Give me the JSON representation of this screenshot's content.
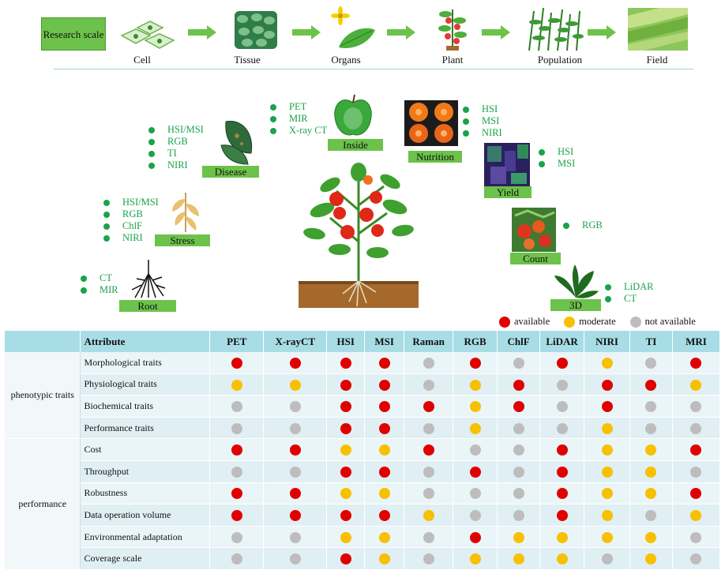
{
  "header": {
    "research_scale": "Research scale",
    "stages": [
      "Cell",
      "Tissue",
      "Organs",
      "Plant",
      "Population",
      "Field"
    ]
  },
  "parts": {
    "inside": {
      "label": "Inside",
      "techs": [
        "PET",
        "MIR",
        "X-ray CT"
      ]
    },
    "nutrition": {
      "label": "Nutrition",
      "techs": [
        "HSI",
        "MSI",
        "NIRI"
      ]
    },
    "disease": {
      "label": "Disease",
      "techs": [
        "HSI/MSI",
        "RGB",
        "TI",
        "NIRI"
      ]
    },
    "yield": {
      "label": "Yield",
      "techs": [
        "HSI",
        "MSI"
      ]
    },
    "stress": {
      "label": "Stress",
      "techs": [
        "HSI/MSI",
        "RGB",
        "ChlF",
        "NIRI"
      ]
    },
    "count": {
      "label": "Count",
      "techs": [
        "RGB"
      ]
    },
    "root": {
      "label": "Root",
      "techs": [
        "CT",
        "MIR"
      ]
    },
    "three_d": {
      "label": "3D",
      "techs": [
        "LiDAR",
        "CT"
      ]
    }
  },
  "legend": {
    "available": "available",
    "moderate": "moderate",
    "not_available": "not available",
    "colors": {
      "available": "#e00000",
      "moderate": "#f7c000",
      "not_available": "#bdbdbd"
    }
  },
  "table": {
    "attribute_header": "Attribute",
    "columns": [
      "PET",
      "X-rayCT",
      "HSI",
      "MSI",
      "Raman",
      "RGB",
      "ChlF",
      "LiDAR",
      "NIRI",
      "TI",
      "MRI"
    ],
    "groups": [
      {
        "name": "phenotypic traits",
        "rows": [
          {
            "name": "Morphological traits",
            "values": [
              "available",
              "available",
              "available",
              "available",
              "not_available",
              "available",
              "not_available",
              "available",
              "moderate",
              "not_available",
              "available"
            ]
          },
          {
            "name": "Physiological traits",
            "values": [
              "moderate",
              "moderate",
              "available",
              "available",
              "not_available",
              "moderate",
              "available",
              "not_available",
              "available",
              "available",
              "moderate"
            ]
          },
          {
            "name": "Biochemical traits",
            "values": [
              "not_available",
              "not_available",
              "available",
              "available",
              "available",
              "moderate",
              "available",
              "not_available",
              "available",
              "not_available",
              "not_available"
            ]
          },
          {
            "name": "Performance traits",
            "values": [
              "not_available",
              "not_available",
              "available",
              "available",
              "not_available",
              "moderate",
              "not_available",
              "not_available",
              "moderate",
              "not_available",
              "not_available"
            ]
          }
        ]
      },
      {
        "name": "performance",
        "rows": [
          {
            "name": "Cost",
            "values": [
              "available",
              "available",
              "moderate",
              "moderate",
              "available",
              "not_available",
              "not_available",
              "available",
              "moderate",
              "moderate",
              "available"
            ]
          },
          {
            "name": "Throughput",
            "values": [
              "not_available",
              "not_available",
              "available",
              "available",
              "not_available",
              "available",
              "not_available",
              "available",
              "moderate",
              "moderate",
              "not_available"
            ]
          },
          {
            "name": "Robustness",
            "values": [
              "available",
              "available",
              "moderate",
              "moderate",
              "not_available",
              "not_available",
              "not_available",
              "available",
              "moderate",
              "moderate",
              "available"
            ]
          },
          {
            "name": "Data operation volume",
            "values": [
              "available",
              "available",
              "available",
              "available",
              "moderate",
              "not_available",
              "not_available",
              "available",
              "moderate",
              "not_available",
              "moderate"
            ]
          },
          {
            "name": "Environmental adaptation",
            "values": [
              "not_available",
              "not_available",
              "moderate",
              "moderate",
              "not_available",
              "available",
              "moderate",
              "moderate",
              "moderate",
              "moderate",
              "not_available"
            ]
          },
          {
            "name": "Coverage scale",
            "values": [
              "not_available",
              "not_available",
              "available",
              "moderate",
              "not_available",
              "moderate",
              "moderate",
              "moderate",
              "not_available",
              "moderate",
              "not_available"
            ]
          }
        ]
      }
    ]
  }
}
